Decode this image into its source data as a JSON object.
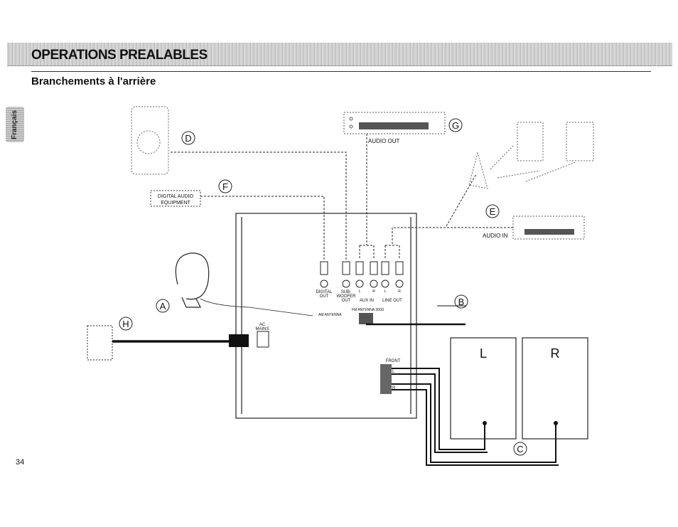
{
  "header": {
    "section_title": "OPERATIONS PREALABLES"
  },
  "subtitle": "Branchements à l'arrière",
  "language_tab": "Français",
  "page_number": "34",
  "diagram": {
    "callouts": [
      "A",
      "B",
      "C",
      "D",
      "E",
      "F",
      "G",
      "H"
    ],
    "device_labels": {
      "digital_audio_equipment_line1": "DIGITAL AUDIO",
      "digital_audio_equipment_line2": "EQUIPMENT",
      "audio_out": "AUDIO OUT",
      "audio_in": "AUDIO IN"
    },
    "rear_panel_labels": {
      "digital_out_1": "DIGITAL",
      "digital_out_2": "OUT",
      "subwoofer_out_1": "SUB-",
      "subwoofer_out_2": "WOOFER",
      "subwoofer_out_3": "OUT",
      "aux_in": "AUX IN",
      "line_out": "LINE OUT",
      "jack_l": "L",
      "jack_r": "R",
      "am_antenna": "AM ANTENNA",
      "fm_antenna": "FM ANTENNA 300Ω",
      "ac_mains_1": "AC",
      "ac_mains_2": "MAINS",
      "front": "FRONT",
      "front_l": "L",
      "front_r": "R"
    },
    "speaker_labels": {
      "left": "L",
      "right": "R"
    }
  }
}
